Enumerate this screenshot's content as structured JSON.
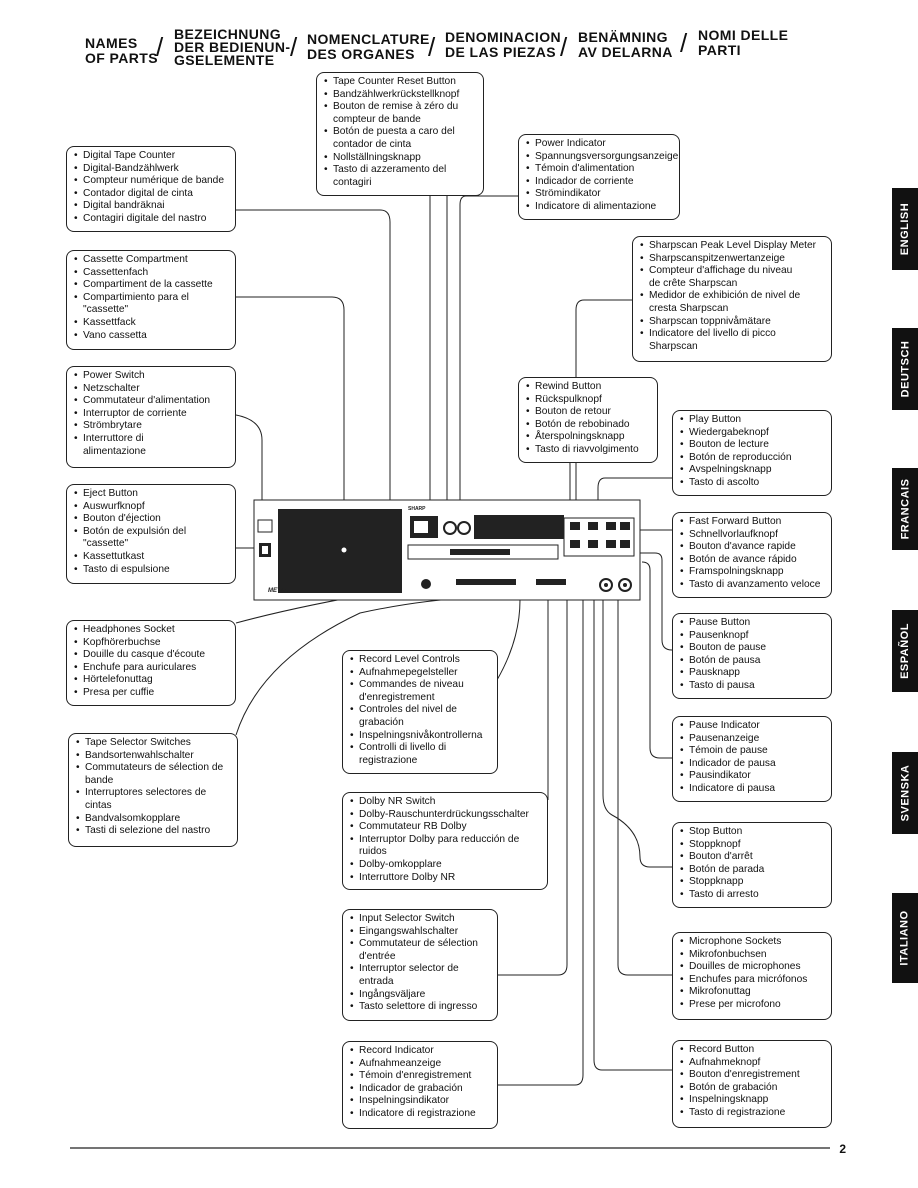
{
  "header": {
    "col1": [
      "NAMES",
      "OF PARTS"
    ],
    "col2": [
      "BEZEICHNUNG",
      "DER BEDIENUN-",
      "GSELEMENTE"
    ],
    "col3": [
      "NOMENCLATURE",
      "DES ORGANES"
    ],
    "col4": [
      "DENOMINACION",
      "DE LAS PIEZAS"
    ],
    "col5": [
      "BENÄMNING",
      "AV DELARNA"
    ],
    "col6": [
      "NOMI DELLE",
      "PARTI"
    ]
  },
  "language_tabs": [
    "ENGLISH",
    "DEUTSCH",
    "FRANCAIS",
    "ESPAÑOL",
    "SVENSKA",
    "ITALIANO"
  ],
  "device": {
    "brand": "SHARP",
    "metal_badge": "METAL"
  },
  "page_number": "2",
  "boxes": {
    "tape_counter_reset": [
      "Tape Counter Reset Button",
      "Bandzählwerkrückstellknopf",
      "Bouton de remise à zéro du",
      "compteur de bande",
      "Botón de puesta a caro del",
      "contador de cinta",
      "Nollställningsknapp",
      "Tasto di azzeramento del",
      "contagiri"
    ],
    "digital_tape_counter": [
      "Digital Tape Counter",
      "Digital-Bandzählwerk",
      "Compteur numérique de bande",
      "Contador digital de cinta",
      "Digital bandräknai",
      "Contagiri digitale del nastro"
    ],
    "power_indicator": [
      "Power Indicator",
      "Spannungsversorgungsanzeige",
      "Témoin d'alimentation",
      "Indicador de corriente",
      "Strömindikator",
      "Indicatore di alimentazione"
    ],
    "cassette_compartment": [
      "Cassette Compartment",
      "Cassettenfach",
      "Compartiment de la cassette",
      "Compartimiento para el",
      "\"cassette\"",
      "Kassettfack",
      "Vano cassetta"
    ],
    "sharpscan": [
      "Sharpscan Peak Level Display Meter",
      "Sharpscanspitzenwertanzeige",
      "Compteur d'affichage du niveau",
      "de crête Sharpscan",
      "Medidor de exhibición de nivel de",
      "cresta Sharpscan",
      "Sharpscan toppnivåmätare",
      "Indicatore del livello di picco",
      "Sharpscan"
    ],
    "power_switch": [
      "Power Switch",
      "Netzschalter",
      "Commutateur d'alimentation",
      "Interruptor de corriente",
      "Strömbrytare",
      "Interruttore di",
      "alimentazione"
    ],
    "rewind": [
      "Rewind Button",
      "Rückspulknopf",
      "Bouton de retour",
      "Botón de rebobinado",
      "Återspolningsknapp",
      "Tasto di riavvolgimento"
    ],
    "play": [
      "Play Button",
      "Wiedergabeknopf",
      "Bouton de lecture",
      "Botón de reproducción",
      "Avspelningsknapp",
      "Tasto di ascolto"
    ],
    "eject": [
      "Eject Button",
      "Auswurfknopf",
      "Bouton d'éjection",
      "Botón de expulsión del",
      "\"cassette\"",
      "Kassettutkast",
      "Tasto di espulsione"
    ],
    "fast_forward": [
      "Fast Forward Button",
      "Schnellvorlaufknopf",
      "Bouton d'avance rapide",
      "Botón de avance rápido",
      "Framspolningsknapp",
      "Tasto di avanzamento veloce"
    ],
    "headphones": [
      "Headphones Socket",
      "Kopfhörerbuchse",
      "Douille du casque d'écoute",
      "Enchufe para auriculares",
      "Hörtelefonuttag",
      "Presa per cuffie"
    ],
    "pause_button": [
      "Pause Button",
      "Pausenknopf",
      "Bouton de pause",
      "Botón de pausa",
      "Pausknapp",
      "Tasto di pausa"
    ],
    "record_level": [
      "Record Level Controls",
      "Aufnahmepegelsteller",
      "Commandes de niveau",
      "d'enregistrement",
      "Controles del nivel de",
      "grabación",
      "Inspelningsnivåkontrollerna",
      "Controlli di livello di",
      "registrazione"
    ],
    "tape_selector": [
      "Tape Selector Switches",
      "Bandsortenwahlschalter",
      "Commutateurs de sélection de",
      "bande",
      "Interruptores selectores de",
      "cintas",
      "Bandvalsomkopplare",
      "Tasti di selezione del nastro"
    ],
    "pause_indicator": [
      "Pause Indicator",
      "Pausenanzeige",
      "Témoin de pause",
      "Indicador de pausa",
      "Pausindikator",
      "Indicatore di pausa"
    ],
    "dolby": [
      "Dolby NR Switch",
      "Dolby-Rauschunterdrückungsschalter",
      "Commutateur RB Dolby",
      "Interruptor Dolby para reducción de",
      "ruidos",
      "Dolby-omkopplare",
      "Interruttore Dolby NR"
    ],
    "stop": [
      "Stop Button",
      "Stoppknopf",
      "Bouton d'arrêt",
      "Botón de parada",
      "Stoppknapp",
      "Tasto di arresto"
    ],
    "input_selector": [
      "Input Selector Switch",
      "Eingangswahlschalter",
      "Commutateur de sélection",
      "d'entrée",
      "Interruptor selector de",
      "entrada",
      "Ingångsväljare",
      "Tasto selettore di ingresso"
    ],
    "microphone": [
      "Microphone Sockets",
      "Mikrofonbuchsen",
      "Douilles de microphones",
      "Enchufes para micrófonos",
      "Mikrofonuttag",
      "Prese per microfono"
    ],
    "record_indicator": [
      "Record Indicator",
      "Aufnahmeanzeige",
      "Témoin d'enregistrement",
      "Indicador de grabación",
      "Inspelningsindikator",
      "Indicatore di registrazione"
    ],
    "record_button": [
      "Record Button",
      "Aufnahmeknopf",
      "Bouton d'enregistrement",
      "Botón de grabación",
      "Inspelningsknapp",
      "Tasto di registrazione"
    ]
  }
}
